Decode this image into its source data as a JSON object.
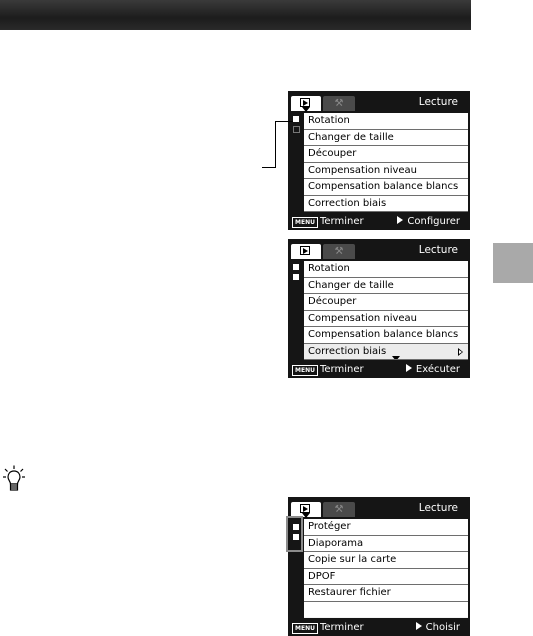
{
  "screens": [
    {
      "title": "Lecture",
      "items": [
        "Rotation",
        "Changer de taille",
        "Découper",
        "Compensation niveau",
        "Compensation balance blancs",
        "Correction biais"
      ],
      "selected": 0,
      "footer_menu": "MENU",
      "footer_left": "Terminer",
      "footer_right": "Configurer"
    },
    {
      "title": "Lecture",
      "items": [
        "Rotation",
        "Changer de taille",
        "Découper",
        "Compensation niveau",
        "Compensation balance blancs",
        "Correction biais"
      ],
      "selected": 5,
      "footer_menu": "MENU",
      "footer_left": "Terminer",
      "footer_right": "Exécuter"
    },
    {
      "title": "Lecture",
      "items": [
        "Protéger",
        "Diaporama",
        "Copie sur la carte",
        "DPOF",
        "Restaurer fichier",
        ""
      ],
      "selected": 0,
      "footer_menu": "MENU",
      "footer_left": "Terminer",
      "footer_right": "Choisir"
    }
  ],
  "icons": {
    "tip": "lightbulb-tip-icon",
    "play_tab": "play-icon",
    "setup_tab": "wrench-icon"
  },
  "colors": {
    "header": "#1c1c1c",
    "side_tab": "#a9a9a9",
    "screen_bg": "#151515"
  }
}
